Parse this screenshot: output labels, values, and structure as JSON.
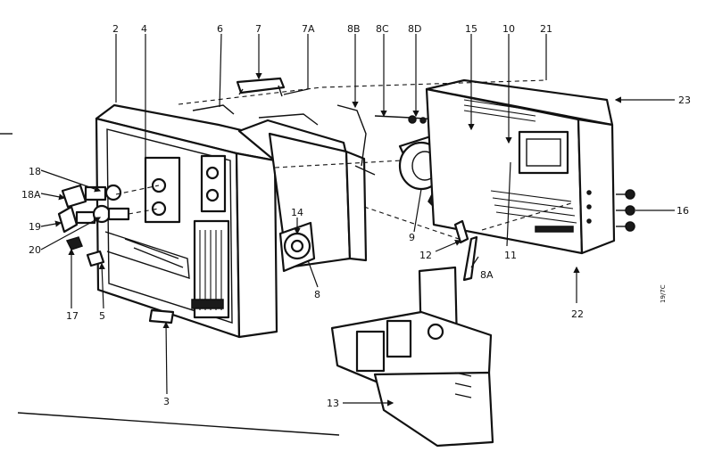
{
  "diagram": {
    "callouts": [
      "2",
      "4",
      "6",
      "7",
      "7A",
      "8B",
      "8C",
      "8D",
      "15",
      "10",
      "21",
      "23",
      "18",
      "18A",
      "19",
      "20",
      "17",
      "5",
      "3",
      "14",
      "8",
      "9",
      "12",
      "8A",
      "11",
      "16",
      "22",
      "13"
    ],
    "side_mark": "19/7C"
  }
}
